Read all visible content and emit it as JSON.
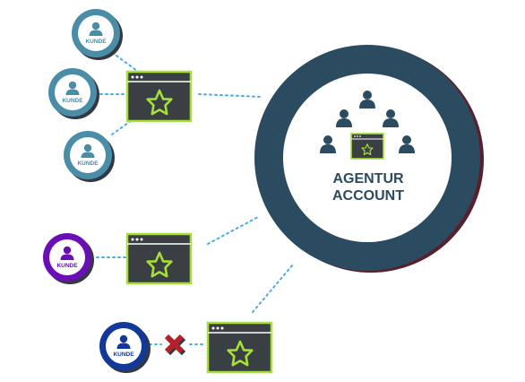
{
  "colors": {
    "teal_client": "#4a8da6",
    "teal_shadow": "#333844",
    "purple_client": "#6a0fb5",
    "navy_client": "#12399a",
    "agency_ring": "#2b4b60",
    "agency_ring_shadow": "#5a1f2c",
    "website_bg": "#3a3f43",
    "website_border": "#a6e036",
    "star": "#a6e036",
    "dotted_line": "#48aee2",
    "cross": "#b5202a",
    "person": "#2b4b60"
  },
  "clients": {
    "kunde_1": "KUNDE",
    "kunde_2": "KUNDE",
    "kunde_3": "KUNDE",
    "kunde_4": "KUNDE",
    "kunde_5": "KUNDE"
  },
  "agency": {
    "line1": "AGENTUR",
    "line2": "ACCOUNT"
  },
  "icons": {
    "client": "person-icon",
    "website": "website-window-icon",
    "star": "star-icon",
    "cross": "cross-icon"
  }
}
